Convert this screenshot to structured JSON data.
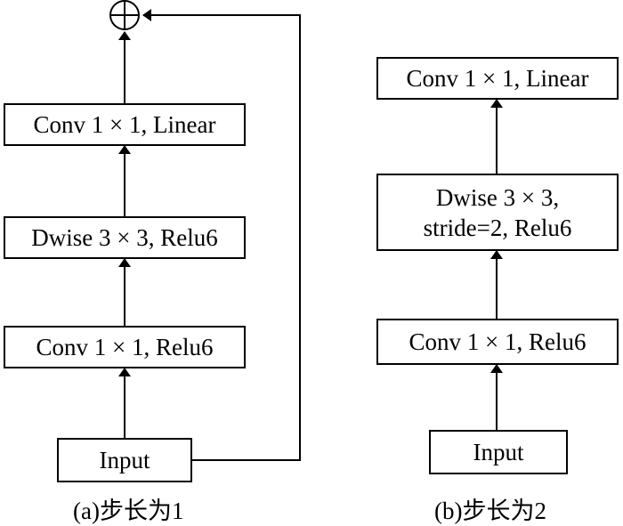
{
  "panel_a": {
    "caption": "(a)步长为1",
    "input": "Input",
    "conv1": "Conv 1 × 1, Relu6",
    "dwise": "Dwise 3 × 3, Relu6",
    "conv2": "Conv 1 × 1, Linear",
    "add_symbol": "⊕"
  },
  "panel_b": {
    "caption": "(b)步长为2",
    "input": "Input",
    "conv1": "Conv 1 × 1, Relu6",
    "dwise_line1": "Dwise 3 × 3,",
    "dwise_line2": "stride=2, Relu6",
    "conv2": "Conv 1 × 1, Linear"
  }
}
